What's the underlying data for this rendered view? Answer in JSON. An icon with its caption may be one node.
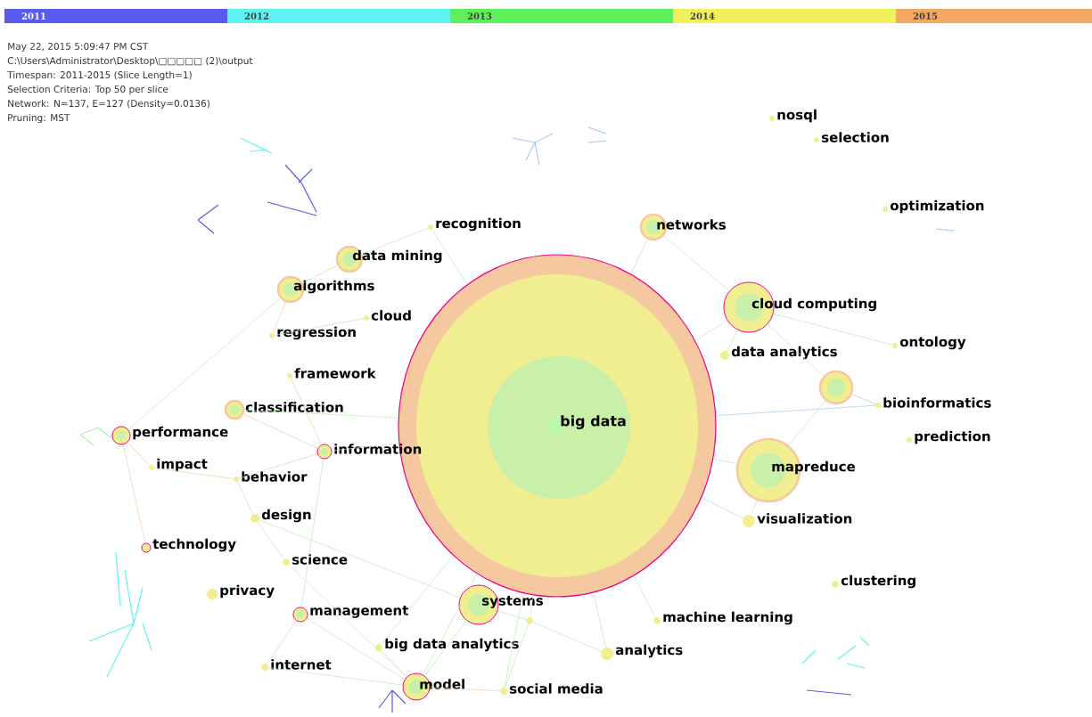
{
  "diagram": {
    "nodes": [
      {
        "text": [
          "big data"
        ]
      },
      {
        "text": [
          "nosql"
        ]
      },
      {
        "text": [
          "selection"
        ]
      },
      {
        "text": [
          "optimization"
        ]
      },
      {
        "text": [
          "recognition"
        ]
      },
      {
        "text": [
          "networks"
        ]
      },
      {
        "text": [
          "data mining"
        ]
      },
      {
        "text": [
          "algorithms"
        ]
      },
      {
        "text": [
          "cloud computing"
        ]
      },
      {
        "text": [
          "cloud"
        ]
      },
      {
        "text": [
          "regression"
        ]
      },
      {
        "text": [
          "ontology"
        ]
      },
      {
        "text": [
          "data analytics"
        ]
      },
      {
        "text": [
          "framework"
        ]
      },
      {
        "text": [],
        "shape": "circle"
      },
      {
        "text": [
          "bioinformatics"
        ]
      },
      {
        "text": [
          "classification"
        ]
      },
      {
        "text": [
          "performance"
        ]
      },
      {
        "text": [
          "prediction"
        ]
      },
      {
        "text": [
          "information"
        ]
      },
      {
        "text": [
          "mapreduce"
        ]
      },
      {
        "text": [
          "impact"
        ]
      },
      {
        "text": [
          "behavior"
        ]
      },
      {
        "text": [
          "design"
        ]
      },
      {
        "text": [
          "visualization"
        ]
      },
      {
        "text": [
          "technology"
        ]
      },
      {
        "text": [
          "science"
        ]
      },
      {
        "text": [
          "clustering"
        ]
      },
      {
        "text": [
          "privacy"
        ]
      },
      {
        "text": [
          "systems"
        ]
      },
      {
        "text": [
          "management"
        ]
      },
      {
        "text": [],
        "shape": "circle"
      },
      {
        "text": [
          "machine learning"
        ]
      },
      {
        "text": [
          "big data analytics"
        ]
      },
      {
        "text": [
          "analytics"
        ]
      },
      {
        "text": [
          "internet"
        ]
      },
      {
        "text": [
          "model"
        ]
      },
      {
        "text": [
          "social media"
        ]
      }
    ],
    "edges": [
      {
        "from": 0,
        "to": 4,
        "arrow": "none"
      },
      {
        "from": 0,
        "to": 5,
        "arrow": "none"
      },
      {
        "from": 0,
        "to": 8,
        "arrow": "none"
      },
      {
        "from": 0,
        "to": 15,
        "arrow": "none",
        "color": "#a8c8f0"
      },
      {
        "from": 0,
        "to": 20,
        "arrow": "none"
      },
      {
        "from": 0,
        "to": 24,
        "arrow": "none"
      },
      {
        "from": 0,
        "to": 19,
        "arrow": "none"
      },
      {
        "from": 0,
        "to": 16,
        "arrow": "none"
      },
      {
        "from": 0,
        "to": 29,
        "arrow": "none"
      },
      {
        "from": 0,
        "to": 31,
        "arrow": "none"
      },
      {
        "from": 0,
        "to": 32,
        "arrow": "none"
      },
      {
        "from": 0,
        "to": 33,
        "arrow": "none"
      },
      {
        "from": 0,
        "to": 34,
        "arrow": "none"
      },
      {
        "from": 0,
        "to": 36,
        "arrow": "none"
      },
      {
        "from": 0,
        "to": 37,
        "arrow": "none"
      },
      {
        "from": 4,
        "to": 6,
        "arrow": "none"
      },
      {
        "from": 5,
        "to": 8,
        "arrow": "none"
      },
      {
        "from": 8,
        "to": 12,
        "arrow": "none"
      },
      {
        "from": 8,
        "to": 11,
        "arrow": "none"
      },
      {
        "from": 8,
        "to": 14,
        "arrow": "none"
      },
      {
        "from": 14,
        "to": 15,
        "arrow": "none",
        "color": "#a8c8f0"
      },
      {
        "from": 20,
        "to": 14,
        "arrow": "none"
      },
      {
        "from": 20,
        "to": 24,
        "arrow": "none"
      },
      {
        "from": 6,
        "to": 7,
        "arrow": "none"
      },
      {
        "from": 7,
        "to": 10,
        "arrow": "none",
        "color": "#f5c8a0"
      },
      {
        "from": 7,
        "to": 17,
        "arrow": "none"
      },
      {
        "from": 9,
        "to": 10,
        "arrow": "none"
      },
      {
        "from": 13,
        "to": 19,
        "arrow": "none",
        "color": "#f5c8a0"
      },
      {
        "from": 16,
        "to": 19,
        "arrow": "none",
        "color": "#f5c8a0"
      },
      {
        "from": 17,
        "to": 21,
        "arrow": "none",
        "color": "#f5c8a0"
      },
      {
        "from": 17,
        "to": 25,
        "arrow": "none",
        "color": "#f5c8a0"
      },
      {
        "from": 21,
        "to": 22,
        "arrow": "none",
        "color": "#f5c8a0"
      },
      {
        "from": 22,
        "to": 19,
        "arrow": "none",
        "color": "#f5c8a0"
      },
      {
        "from": 22,
        "to": 23,
        "arrow": "none"
      },
      {
        "from": 23,
        "to": 29,
        "arrow": "none"
      },
      {
        "from": 23,
        "to": 26,
        "arrow": "none"
      },
      {
        "from": 26,
        "to": 36,
        "arrow": "none"
      },
      {
        "from": 19,
        "to": 30,
        "arrow": "none"
      },
      {
        "from": 30,
        "to": 36,
        "arrow": "none"
      },
      {
        "from": 30,
        "to": 35,
        "arrow": "none",
        "color": "#f5c8a0"
      },
      {
        "from": 35,
        "to": 36,
        "arrow": "none"
      },
      {
        "from": 29,
        "to": 36,
        "arrow": "none"
      },
      {
        "from": 29,
        "to": 31,
        "arrow": "none"
      },
      {
        "from": 31,
        "to": 37,
        "arrow": "none"
      },
      {
        "from": 31,
        "to": 34,
        "arrow": "none"
      },
      {
        "from": 33,
        "to": 36,
        "arrow": "none"
      },
      {
        "from": 36,
        "to": 37,
        "arrow": "none",
        "color": "#f5c8a0"
      }
    ],
    "labels": [
      "May 22, 2015 5:09:47 PM CST",
      "C:\\Users\\Administrator\\Desktop\\□□□□□ (2)\\output",
      "Timespan: 2011-2015 (Slice Length=1)",
      "Selection Criteria: Top 50 per slice",
      "Network: N=137, E=127 (Density=0.0136)",
      "Pruning: MST"
    ],
    "legend": [
      {
        "text": "2011",
        "color": "#5a5af0"
      },
      {
        "text": "2012",
        "color": "#5ef2f0"
      },
      {
        "text": "2013",
        "color": "#5ef05a"
      },
      {
        "text": "2014",
        "color": "#f0f05a"
      },
      {
        "text": "2015",
        "color": "#f2a860"
      }
    ]
  }
}
